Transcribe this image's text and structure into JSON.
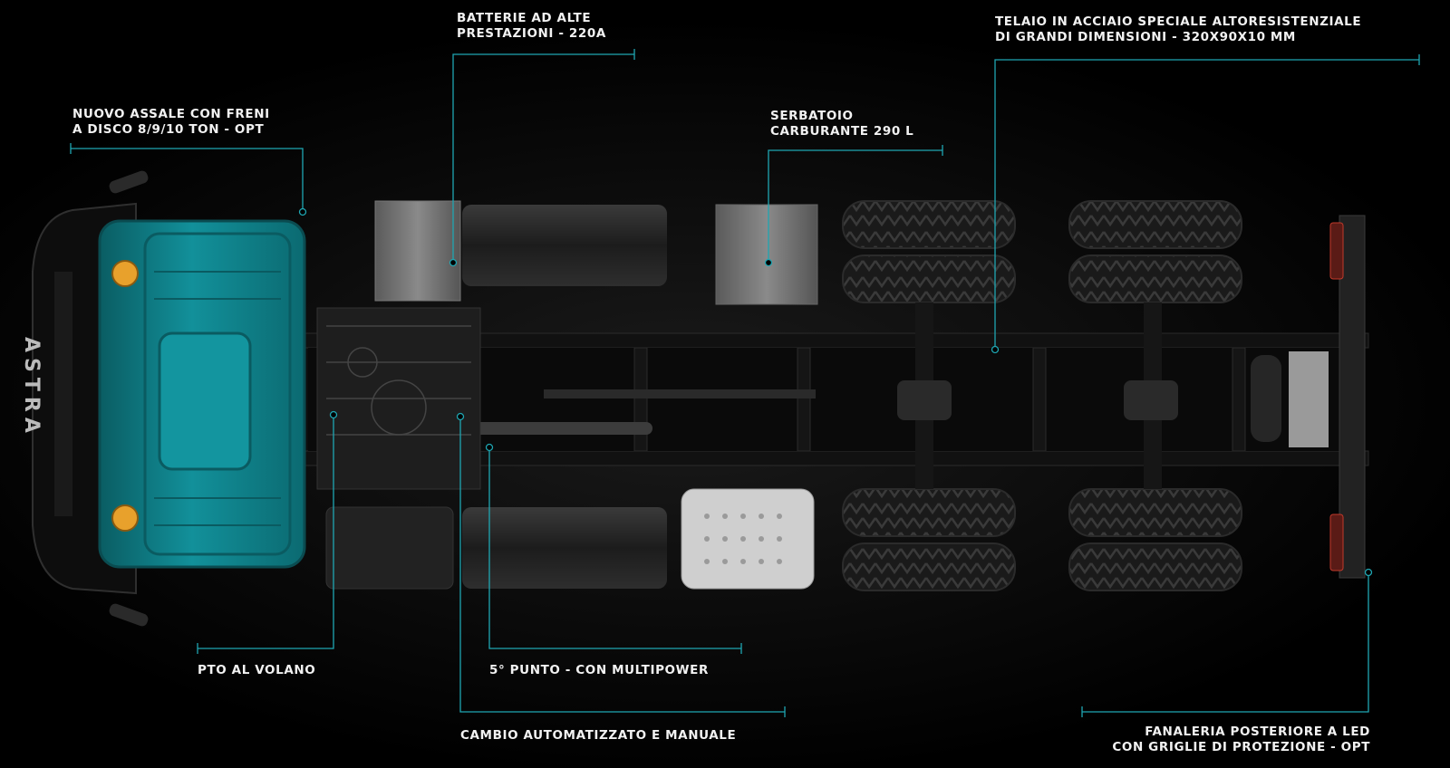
{
  "colors": {
    "cab": "#0f7f86",
    "cab_dark": "#085c62",
    "accent_line": "#1fa6b2",
    "chassis": "#0b0b0b",
    "tire": "#1c1c1c",
    "tank": "#262626",
    "light_red": "#c0392b",
    "beacon": "#e8a12c"
  },
  "brand": {
    "cab_lettering": "ASTRA"
  },
  "callouts": [
    {
      "id": "assale",
      "lines": [
        "NUOVO ASSALE CON FRENI",
        "A DISCO 8/9/10  TON - OPT"
      ]
    },
    {
      "id": "batterie",
      "lines": [
        "BATTERIE AD ALTE",
        "PRESTAZIONI  - 220A"
      ]
    },
    {
      "id": "serbatoio",
      "lines": [
        "SERBATOIO",
        "CARBURANTE 290 L"
      ]
    },
    {
      "id": "telaio",
      "lines": [
        "TELAIO IN ACCIAIO SPECIALE  ALTORESISTENZIALE",
        "DI GRANDI DIMENSIONI - 320X90X10 MM"
      ]
    },
    {
      "id": "pto",
      "lines": [
        "PTO AL VOLANO"
      ]
    },
    {
      "id": "quintoPunto",
      "lines": [
        "5° PUNTO - CON MULTIPOWER"
      ]
    },
    {
      "id": "cambio",
      "lines": [
        "CAMBIO AUTOMATIZZATO E MANUALE"
      ]
    },
    {
      "id": "fanaleria",
      "lines": [
        "FANALERIA POSTERIORE A LED",
        "CON GRIGLIE DI PROTEZIONE - OPT"
      ]
    }
  ]
}
